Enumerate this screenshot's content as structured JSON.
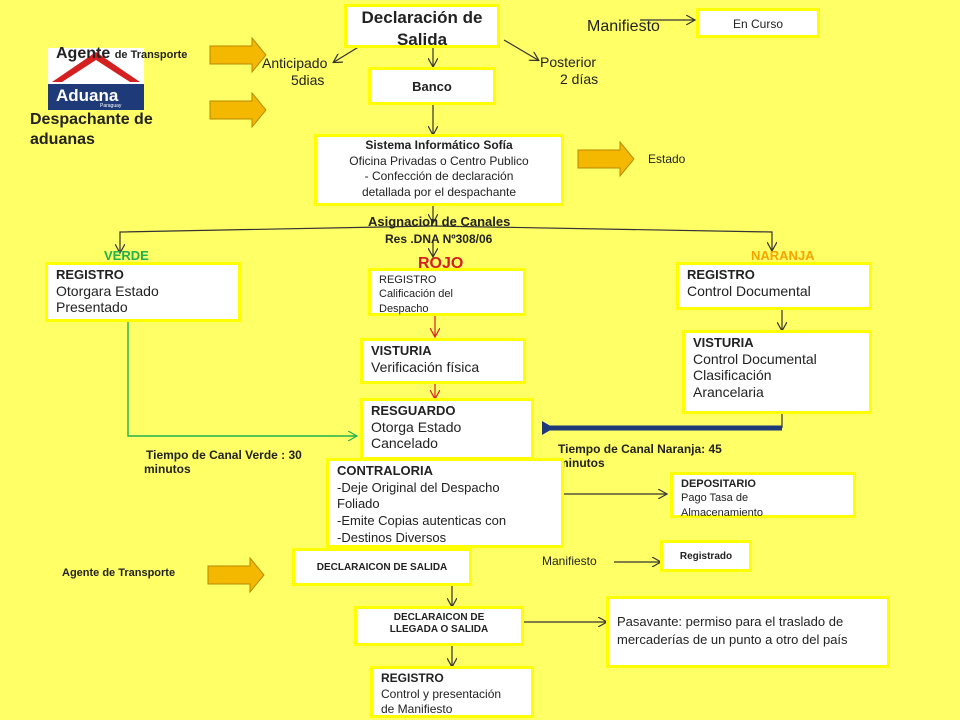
{
  "top": {
    "title": "Declaración de Salida",
    "manifiesto": "Manifiesto",
    "en_curso": "En Curso",
    "anticipado": "Anticipado",
    "anticipado_days": "5dias",
    "posterior": "Posterior",
    "posterior_days": "2 días",
    "banco": "Banco"
  },
  "left": {
    "agente": "Agente",
    "de_transporte": "de Transporte",
    "logo_text": "Aduana",
    "logo_sub": "Paraguay",
    "despachante": "Despachante de aduanas"
  },
  "sofia": {
    "title": "Sistema Informático Sofía",
    "l1": "Oficina Privadas o Centro Publico",
    "l2": "- Confección de declaración",
    "l3": "detallada por el despachante",
    "estado": "Estado"
  },
  "canales": {
    "title": "Asignacion de Canales",
    "res": "Res .DNA Nº308/06",
    "verde": "VERDE",
    "rojo": "ROJO",
    "naranja": "NARANJA"
  },
  "verde": {
    "title": "REGISTRO",
    "l1": "Otorgara Estado",
    "l2": "Presentado",
    "tiempo": "Tiempo de Canal Verde : 30",
    "tiempo2": "minutos"
  },
  "rojo": {
    "reg_title": "REGISTRO",
    "reg_l1": "Calificación del",
    "reg_l2": "Despacho",
    "vis_title": "VISTURIA",
    "vis_l1": "Verificación física",
    "res_title": "RESGUARDO",
    "res_l1": "Otorga Estado",
    "res_l2": "Cancelado"
  },
  "naranja": {
    "reg_title": "REGISTRO",
    "reg_l1": "Control Documental",
    "vis_title": "VISTURIA",
    "vis_l1": "Control Documental",
    "vis_l2": "Clasificación",
    "vis_l3": "Arancelaria",
    "tiempo": "Tiempo de Canal Naranja: 45",
    "tiempo2": "minutos"
  },
  "contraloria": {
    "title": "CONTRALORIA",
    "l1": "-Deje Original del Despacho",
    "l2": "Foliado",
    "l3": "-Emite Copias autenticas con",
    "l4": "-Destinos Diversos"
  },
  "depositario": {
    "title": "DEPOSITARIO",
    "l1": "Pago Tasa de",
    "l2": "Almacenamiento"
  },
  "bottom": {
    "agente": "Agente de Transporte",
    "decl_salida": "DECLARAICON DE SALIDA",
    "manifiesto": "Manifiesto",
    "registrado": "Registrado",
    "decl_llegada_l1": "DECLARAICON DE",
    "decl_llegada_l2": "LLEGADA O SALIDA",
    "pasavante_l1": "Pasavante: permiso para el traslado de",
    "pasavante_l2": "mercaderías de un punto a otro del país",
    "reg_title": "REGISTRO",
    "reg_l1": "Control y presentación",
    "reg_l2": "de Manifiesto"
  },
  "colors": {
    "background": "#ffff66",
    "box_border": "#ffff00",
    "arrow_fill": "#f5b800",
    "verde": "#22b14c",
    "rojo": "#d42020",
    "naranja": "#f7a300",
    "navy": "#1f3a78"
  }
}
